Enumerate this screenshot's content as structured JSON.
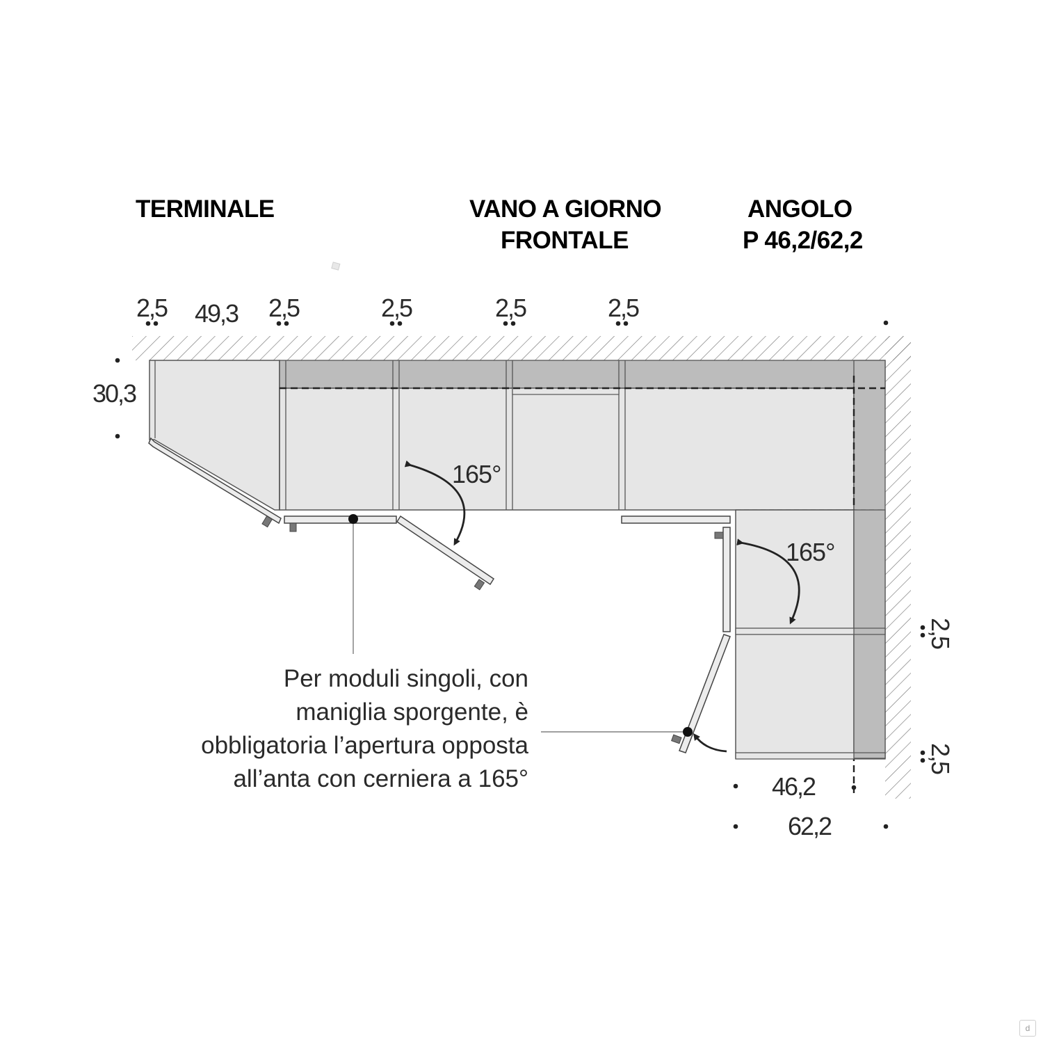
{
  "headings": {
    "terminale": "TERMINALE",
    "vano_line1": "VANO A GIORNO",
    "vano_line2": "FRONTALE",
    "angolo_line1": "ANGOLO",
    "angolo_line2": "P 46,2/62,2"
  },
  "dimensions": {
    "top_a": "2,5",
    "top_b": "49,3",
    "top_c": "2,5",
    "top_d": "2,5",
    "top_e": "2,5",
    "top_f": "2,5",
    "left_depth": "30,3",
    "right_upper": "2,5",
    "right_lower": "2,5",
    "bottom_inner": "46,2",
    "bottom_outer": "62,2"
  },
  "angles": {
    "left_hinge": "165°",
    "right_hinge": "165°"
  },
  "note_lines": [
    "Per moduli singoli, con",
    "maniglia sporgente, è",
    "obbligatoria l’apertura opposta",
    "all’anta con cerniera a 165°"
  ],
  "colors": {
    "panel_light": "#e6e6e6",
    "panel_dark": "#bcbcbc",
    "line": "#555555",
    "ink": "#2a2a2a"
  },
  "watermark_icon": "d"
}
